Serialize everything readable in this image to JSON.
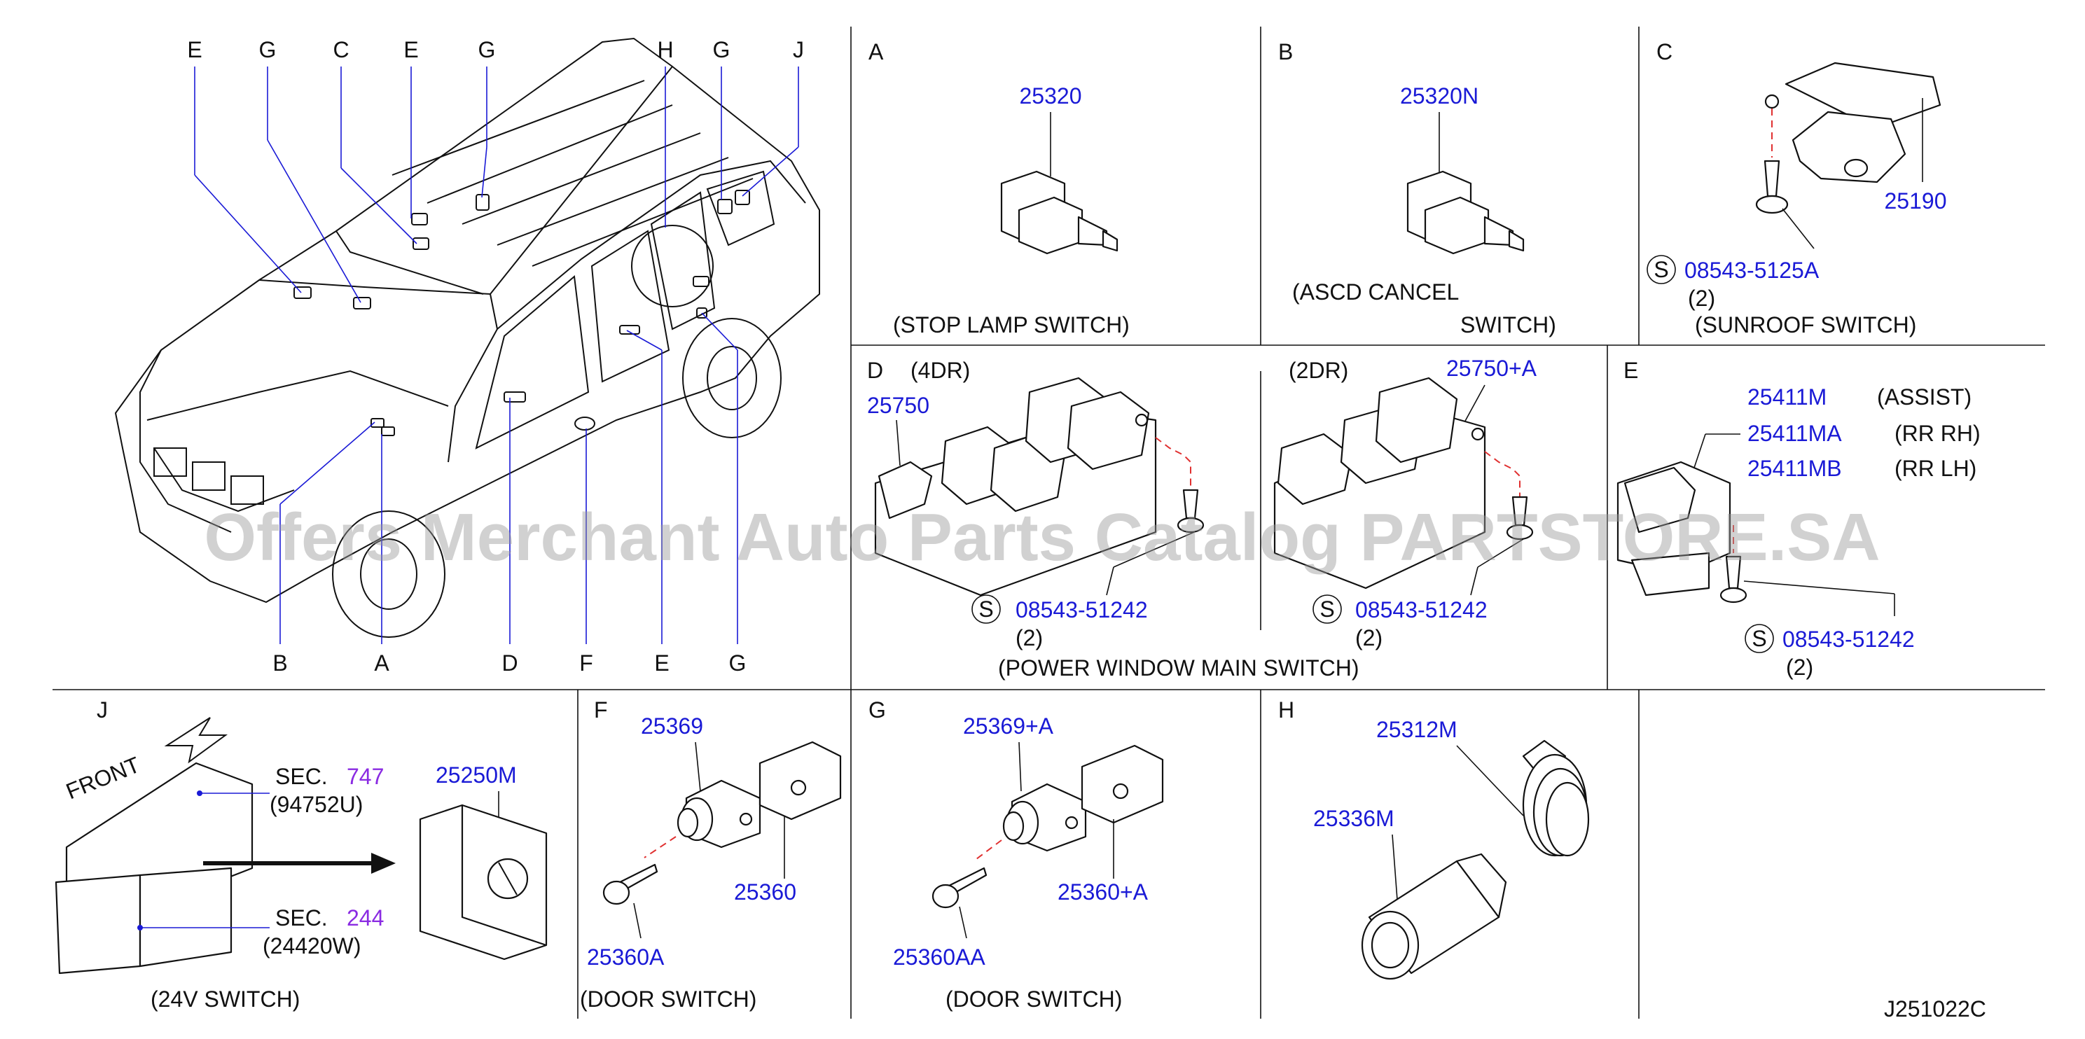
{
  "watermark": "Offers Merchant Auto Parts Catalog PARTSTORE.SA",
  "diagram_code": "J251022C",
  "vehicle": {
    "labels_top": [
      "E",
      "G",
      "C",
      "E",
      "G",
      "H",
      "G",
      "J"
    ],
    "labels_bottom": [
      "B",
      "A",
      "D",
      "F",
      "E",
      "G"
    ]
  },
  "panels": {
    "A": {
      "letter": "A",
      "part": "25320",
      "caption": "(STOP   LAMP   SWITCH)"
    },
    "B": {
      "letter": "B",
      "part": "25320N",
      "caption_1": "(ASCD   CANCEL",
      "caption_2": "SWITCH)"
    },
    "C": {
      "letter": "C",
      "part": "25190",
      "screw_sym": "S",
      "screw": "08543-5125A",
      "qty": "(2)",
      "caption": "(SUNROOF   SWITCH)"
    },
    "D": {
      "letter": "D",
      "variant_4dr": "(4DR)",
      "variant_2dr": "(2DR)",
      "part_4dr": "25750",
      "part_2dr": "25750+A",
      "screw_sym": "S",
      "screw": "08543-51242",
      "qty": "(2)",
      "caption": "(POWER   WINDOW   MAIN   SWITCH)"
    },
    "E": {
      "letter": "E",
      "rows": [
        {
          "part": "25411M",
          "desc": "(ASSIST)"
        },
        {
          "part": "25411MA",
          "desc": "(RR   RH)"
        },
        {
          "part": "25411MB",
          "desc": "(RR   LH)"
        }
      ],
      "screw_sym": "S",
      "screw": "08543-51242",
      "qty": "(2)"
    },
    "J": {
      "letter": "J",
      "front": "FRONT",
      "sec_label": "SEC.",
      "sec1_num": "747",
      "sec1_code": "(94752U)",
      "sec2_num": "244",
      "sec2_code": "(24420W)",
      "part": "25250M",
      "caption": "(24V   SWITCH)"
    },
    "F": {
      "letter": "F",
      "part_a": "25369",
      "part_b": "25360",
      "part_c": "25360A",
      "caption": "(DOOR   SWITCH)"
    },
    "G": {
      "letter": "G",
      "part_a": "25369+A",
      "part_b": "25360+A",
      "part_c": "25360AA",
      "caption": "(DOOR   SWITCH)"
    },
    "H": {
      "letter": "H",
      "part_a": "25312M",
      "part_b": "25336M"
    }
  },
  "colors": {
    "part_number": "#1a1ad6",
    "section_ref": "#8a2be2",
    "guide_line": "#e03030",
    "ink": "#111111"
  }
}
